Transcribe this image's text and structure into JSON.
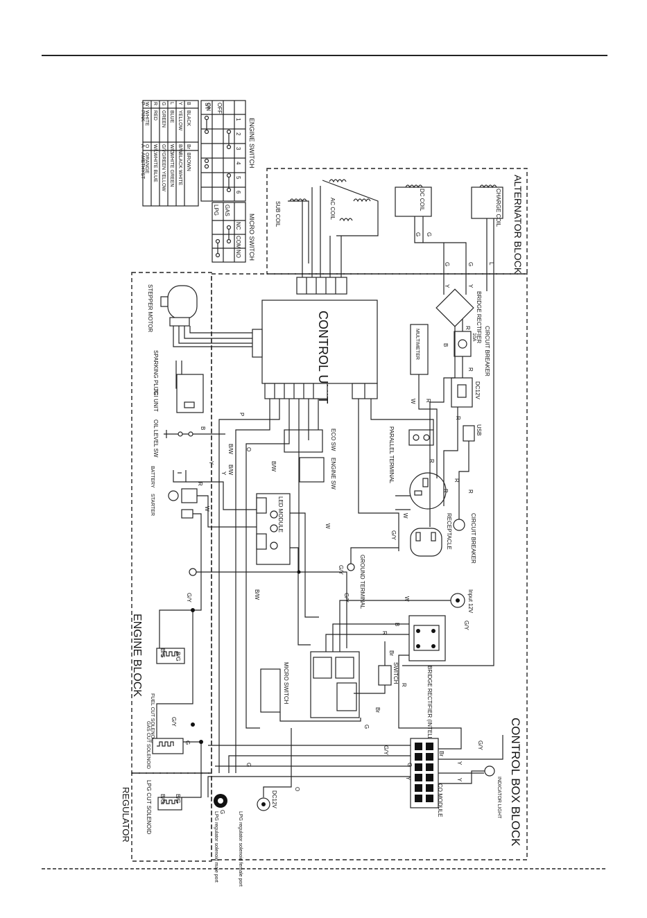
{
  "header": {
    "top_rule": true
  },
  "legend": {
    "engine_switch": {
      "title": "ENGINE SWITCH",
      "columns": [
        "1",
        "2",
        "3",
        "4",
        "5",
        "6"
      ],
      "rows": [
        "OFF",
        "ON",
        "ST"
      ]
    },
    "micro_switch": {
      "title": "MICRO SWITCH",
      "columns": [
        "NC",
        "COM",
        "NO"
      ],
      "rows": [
        "GAS",
        "LPG"
      ]
    },
    "color_codes": [
      {
        "code": "B",
        "name": "BLACK"
      },
      {
        "code": "Br",
        "name": "BROWN"
      },
      {
        "code": "Y",
        "name": "YELLOW"
      },
      {
        "code": "B/W",
        "name": "BLACK WHITE"
      },
      {
        "code": "L",
        "name": "BLUE"
      },
      {
        "code": "W/G",
        "name": "WHITE GREEN"
      },
      {
        "code": "G",
        "name": "GREEN"
      },
      {
        "code": "G/Y",
        "name": "GREEN YELLOW"
      },
      {
        "code": "R",
        "name": "RED"
      },
      {
        "code": "W/L",
        "name": "WHITE BLUE"
      },
      {
        "code": "W",
        "name": "WHITE"
      },
      {
        "code": "O",
        "name": "ORANGE"
      },
      {
        "code": "P",
        "name": "PINK"
      },
      {
        "code": "A",
        "name": "AMETHYST"
      }
    ]
  },
  "blocks": {
    "alternator": "ALTERNATOR BLOCK",
    "control_box": "CONTROL BOX BLOCK",
    "engine": "ENGINE BLOCK",
    "regulator": "REGULATOR"
  },
  "components": {
    "charge_coil": "CHARGE COIL",
    "dc_coil": "DC COIL",
    "ac_coil": "AC COIL",
    "sub_coil": "SUB COIL",
    "control_unit": "CONTROL UNIT",
    "stepper_motor": "STEPPER MOTOR",
    "sparking_plug": "SPARKING PLUG",
    "tci_unit": "TCI UNIT",
    "oil_level_sw": "OIL LEVEL SW",
    "battery": "BATTERY",
    "starter": "STARTER",
    "eco_sw": "ECO SW",
    "engine_sw": "ENGINE SW",
    "led_module": "LED MODULE",
    "bridge_rectifier": "BRIDGE RECTIFIER",
    "circuit_breaker": "CIRCUIT BREAKER",
    "cb_rating": "10A",
    "multimeter": "MULTIMETER",
    "dc12v": "DC12V",
    "usb": "USB",
    "parallel_terminal": "PARALLEL TERMINAL",
    "circuit_breaker_2": "CIRCUIT BREAKER",
    "receptacle": "RECEPTACLE",
    "ground_terminal": "GROUND TERMINAL",
    "input_12v": "Input 12V",
    "bridge_rectifier_intelligent": "BRIDGE RECTIFIER (INTELLIGENT)",
    "switch": "SWITCH",
    "micro_switch": "MICRO SWITCH",
    "fuel_cut_solenoid": "FUEL CUT SOLENOID",
    "gas_cut_solenoid": "GAS CUT SOLENOID",
    "co_module": "CO MODULE",
    "indicator_light": "INDICATOR LIGHT",
    "lpg_cut_solenoid": "LPG CUT SOLENOID",
    "lpg_male": "LPG regulator solenoid male port",
    "lpg_female": "LPG regulator solenoid female port",
    "dc12v_2": "DC12V"
  },
  "wire_labels": [
    "G",
    "G",
    "G",
    "G",
    "L",
    "Y",
    "Y",
    "R",
    "R",
    "B",
    "R",
    "R",
    "W",
    "R",
    "R",
    "R",
    "R",
    "W",
    "G/Y",
    "G/Y",
    "G/Y",
    "W",
    "W",
    "G/Y",
    "B",
    "R",
    "Br",
    "R",
    "Br",
    "G",
    "G/Y",
    "G/Y",
    "Br",
    "Y",
    "G",
    "Y",
    "Y",
    "O",
    "B/W",
    "B/W",
    "B/W",
    "B/W",
    "O",
    "P",
    "B",
    "Y",
    "Y",
    "R",
    "W",
    "G/Y",
    "B/G",
    "B/G",
    "G",
    "G/Y",
    "G",
    "G",
    "B/G",
    "B/G"
  ],
  "colors": {
    "ink": "#222222",
    "background": "#ffffff"
  }
}
